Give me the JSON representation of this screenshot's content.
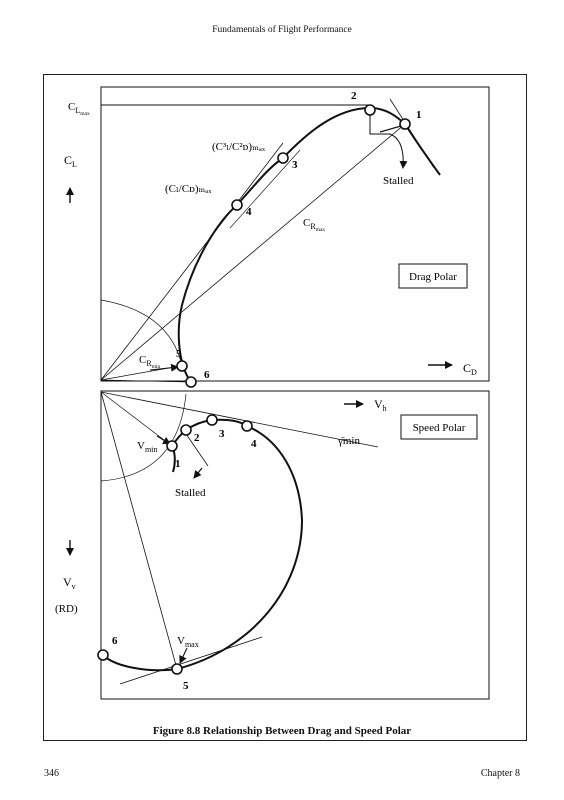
{
  "header": {
    "running_title": "Fundamentals of Flight Performance"
  },
  "figure": {
    "caption": "Figure 8.8 Relationship Between Drag and Speed Polar",
    "drag_polar": {
      "box_label": "Drag Polar",
      "axis_y_main": "C",
      "axis_y_sub": "L",
      "axis_x_main": "C",
      "axis_x_sub": "D",
      "cl_max_main": "C",
      "cl_max_sub": "L",
      "cl_max_subsub": "max",
      "cl3cd2_label": "(C³ₗ/C²ᴅ)ₘₐₓ",
      "clcd_label": "(Cₗ/Cᴅ)ₘₐₓ",
      "cr_max_main": "C",
      "cr_max_sub": "R",
      "cr_max_subsub": "max",
      "cr_min_main": "C",
      "cr_min_sub": "R",
      "cr_min_subsub": "min",
      "stalled": "Stalled",
      "points": [
        "1",
        "2",
        "3",
        "4",
        "5",
        "6"
      ]
    },
    "speed_polar": {
      "box_label": "Speed Polar",
      "axis_h_main": "V",
      "axis_h_sub": "h",
      "axis_v_main": "V",
      "axis_v_sub": "v",
      "axis_v_extra": "(RD)",
      "gamma_min": "γ̄min",
      "vmin_main": "V",
      "vmin_sub": "min",
      "vmax_main": "V",
      "vmax_sub": "max",
      "stalled": "Stalled",
      "points": [
        "1",
        "2",
        "3",
        "4",
        "5",
        "6"
      ]
    }
  },
  "footer": {
    "page_number": "346",
    "chapter": "Chapter 8"
  }
}
